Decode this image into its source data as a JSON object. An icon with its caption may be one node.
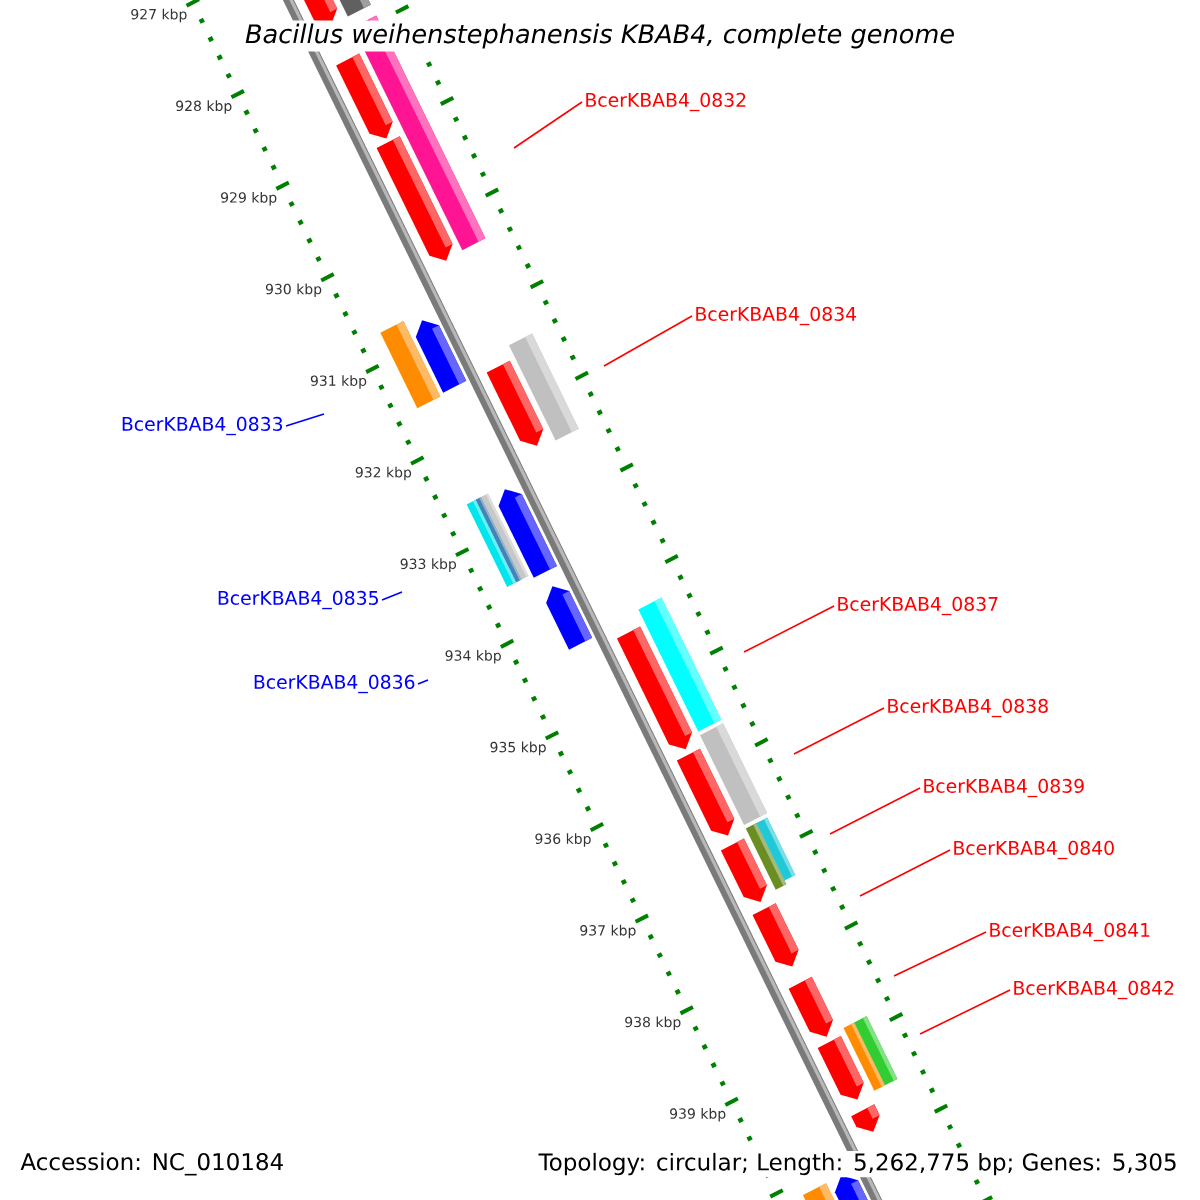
{
  "diagram": {
    "title": "Bacillus weihenstephanensis KBAB4, complete genome",
    "nodes": [
      {
        "text": [
          "BcerKBAB4_0832"
        ]
      },
      {
        "text": [
          "BcerKBAB4_0834"
        ]
      },
      {
        "text": [
          "BcerKBAB4_0833"
        ]
      },
      {
        "text": [
          "BcerKBAB4_0835"
        ]
      },
      {
        "text": [
          "BcerKBAB4_0837"
        ]
      },
      {
        "text": [
          "BcerKBAB4_0836"
        ]
      },
      {
        "text": [
          "BcerKBAB4_0838"
        ]
      },
      {
        "text": [
          "BcerKBAB4_0839"
        ]
      },
      {
        "text": [
          "BcerKBAB4_0840"
        ]
      },
      {
        "text": [
          "BcerKBAB4_0841"
        ]
      },
      {
        "text": [
          "BcerKBAB4_0842"
        ]
      }
    ],
    "edges": [
      {
        "from": 0,
        "to": null,
        "arrow": "none"
      },
      {
        "from": 1,
        "to": null,
        "arrow": "none"
      },
      {
        "from": 2,
        "to": null,
        "arrow": "none",
        "color": "#0000ff"
      },
      {
        "from": 3,
        "to": null,
        "arrow": "none",
        "color": "#0000ff"
      },
      {
        "from": 4,
        "to": null,
        "arrow": "none"
      },
      {
        "from": 5,
        "to": null,
        "arrow": "none",
        "color": "#0000ff"
      },
      {
        "from": 6,
        "to": null,
        "arrow": "none"
      },
      {
        "from": 7,
        "to": null,
        "arrow": "none"
      },
      {
        "from": 8,
        "to": null,
        "arrow": "none"
      },
      {
        "from": 9,
        "to": null,
        "arrow": "none"
      },
      {
        "from": 10,
        "to": null,
        "arrow": "none"
      }
    ],
    "labels": [
      "927 kbp",
      "928 kbp",
      "929 kbp",
      "930 kbp",
      "931 kbp",
      "932 kbp",
      "933 kbp",
      "934 kbp",
      "935 kbp",
      "936 kbp",
      "937 kbp",
      "938 kbp",
      "939 kbp",
      "Accession: NC_010184",
      "Topology: circular; Length: 5,262,775 bp; Genes: 5,305"
    ]
  }
}
